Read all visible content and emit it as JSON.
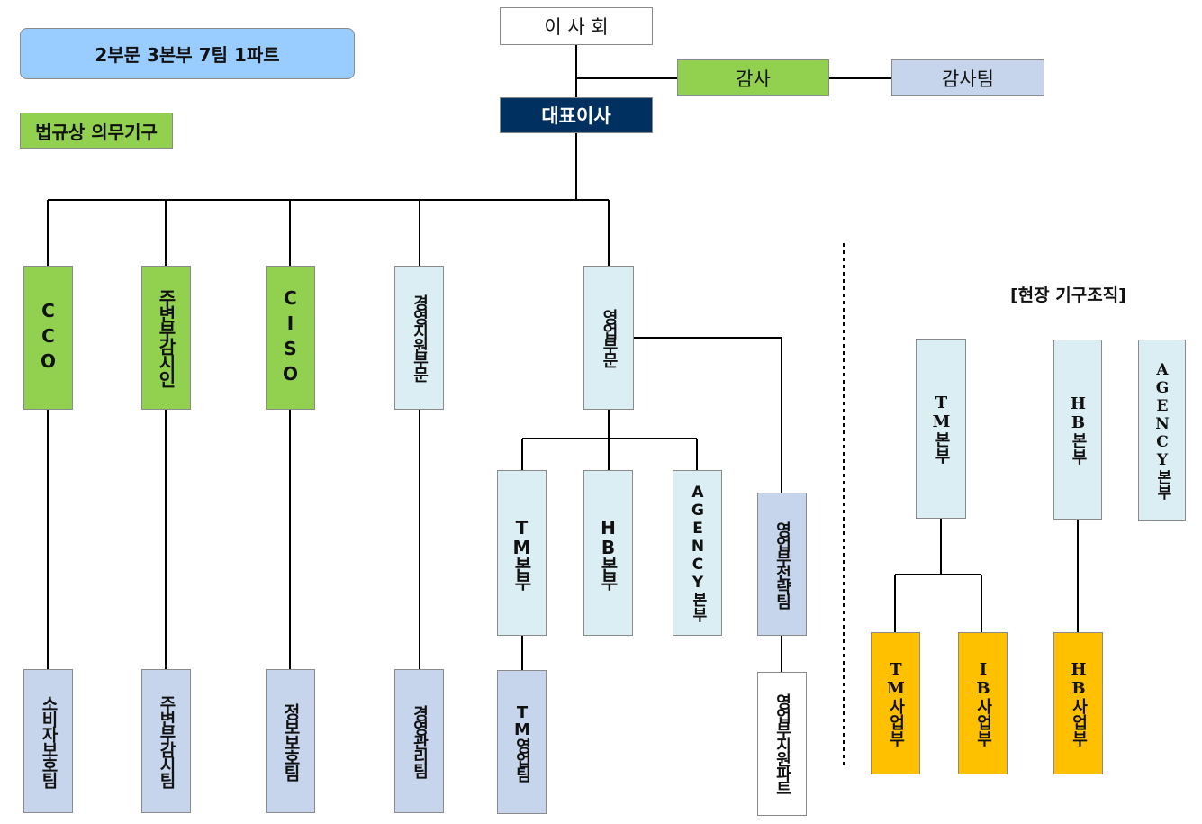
{
  "summary": "2부문 3본부 7팀 1파트",
  "legend": "법규상 의무기구",
  "board": "이 사 회",
  "auditor": "감사",
  "audit_team": "감사팀",
  "ceo": "대표이사",
  "top_units": {
    "cco": "CCO",
    "customer_supervisor": "주변부감시인",
    "ciso": "CISO",
    "management_support": "경영지원부문",
    "sales_division": "영업부문"
  },
  "sub_units": {
    "consumer_team": "소비자보호팀",
    "supervision_team": "주변부감시팀",
    "info_security_team": "정보보호팀",
    "management_team": "경영관리팀",
    "tm_hq": "TM본부",
    "hb_hq": "HB본부",
    "agency_hq": "AGENCY본부",
    "sales_strategy_team": "영업부전략팀",
    "tm_sales_team": "TM영업팀",
    "sales_support_part": "영업부지원파트"
  },
  "field": {
    "title": "[현장 기구조직]",
    "tm_hq": "TM본부",
    "hb_hq": "HB본부",
    "agency_hq": "AGENCY본부",
    "tm_biz": "TM사업부",
    "ib_biz": "IB사업부",
    "hb_biz": "HB사업부"
  },
  "colors": {
    "mandatory_green": "#92d050",
    "navy": "#00305f",
    "light_blue": "#dbeef4",
    "mid_blue": "#c6d5ec",
    "gold": "#ffc000",
    "summary_blue": "#99ccff"
  }
}
